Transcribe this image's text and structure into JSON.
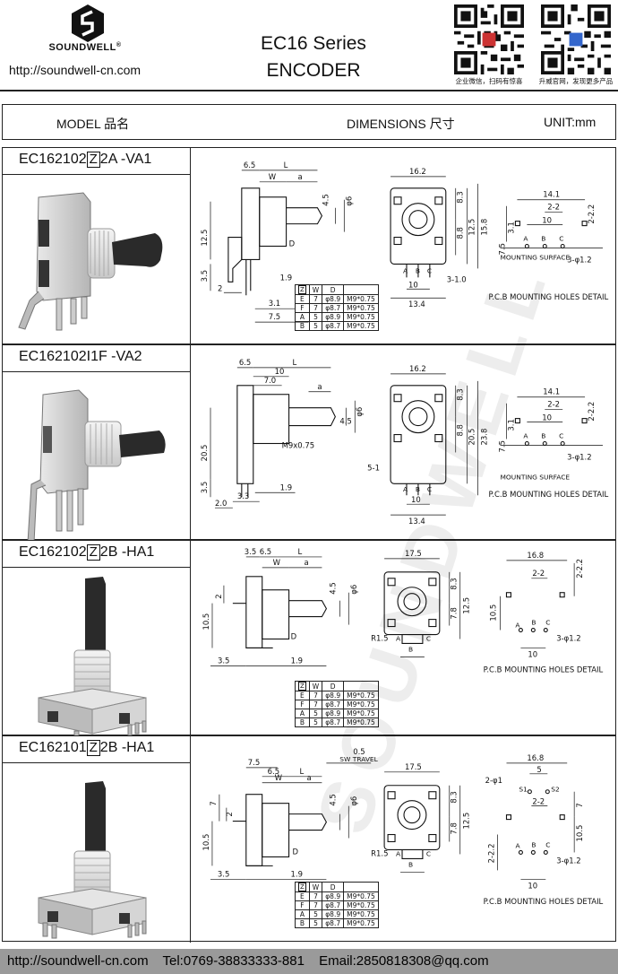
{
  "header": {
    "brand": "SOUNDWELL",
    "brand_mark": "®",
    "website": "http://soundwell-cn.com",
    "title_line1": "EC16  Series",
    "title_line2": "ENCODER",
    "qr_captions": [
      "企业微信，扫码有惊喜",
      "升威官网，发现更多产品"
    ]
  },
  "columns": {
    "model": "MODEL 品名",
    "dimensions": "DIMENSIONS 尺寸",
    "unit": "UNIT:mm"
  },
  "sections": [
    {
      "model_prefix": "EC162102",
      "model_box": "Z",
      "model_suffix": "2A -VA1",
      "dims": {
        "a": "6.5",
        "L": "L",
        "W": "W",
        "aa": "a",
        "d1": "4.5",
        "d2": "φ6",
        "w16": "16.2",
        "h83": "8.3",
        "h88": "8.8",
        "h125": "12.5",
        "h158": "15.8",
        "h35": "3.5",
        "h2": "2",
        "w19": "1.9",
        "w31": "3.1",
        "w75": "7.5",
        "w10": "10",
        "w134": "13.4",
        "w31b": "3-1.0",
        "D": "D",
        "p141": "14.1",
        "p22": "2-2",
        "p22b": "2-2.2",
        "p10": "10",
        "p31": "3.1",
        "p75": "7.5",
        "p3": "3-φ1.2",
        "A": "A",
        "B": "B",
        "C": "C"
      },
      "mount_label": "MOUNTING SURFACE",
      "pcb_label": "P.C.B MOUNTING HOLES DETAIL"
    },
    {
      "model_text": "EC162102I1F -VA2",
      "dims": {
        "a": "6.5",
        "L": "L",
        "w10": "10",
        "w70": "7.0",
        "aa": "a",
        "d1": "4.5",
        "d2": "φ6",
        "m9": "M9x0.75",
        "h205": "20.5",
        "h35": "3.5",
        "w20": "2.0",
        "w33": "3.3",
        "w19": "1.9",
        "w16": "16.2",
        "h83": "8.3",
        "h88": "8.8",
        "h205b": "20.5",
        "h238": "23.8",
        "s51": "5-1",
        "w10b": "10",
        "w134": "13.4",
        "p141": "14.1",
        "p22": "2-2",
        "p22b": "2-2.2",
        "p10": "10",
        "p31": "3.1",
        "p75": "7.5",
        "p3": "3-φ1.2",
        "A": "A",
        "B": "B",
        "C": "C"
      },
      "mount_label": "MOUNTING SURFACE",
      "pcb_label": "P.C.B MOUNTING HOLES DETAIL"
    },
    {
      "model_prefix": "EC162102",
      "model_box": "Z",
      "model_suffix": "2B -HA1",
      "dims": {
        "a": "3.5",
        "b": "6.5",
        "L": "L",
        "W": "W",
        "aa": "a",
        "d1": "4.5",
        "d2": "φ6",
        "h2": "2",
        "h105": "10.5",
        "w35": "3.5",
        "w19": "1.9",
        "D": "D",
        "w175": "17.5",
        "h83": "8.3",
        "h78": "7.8",
        "h125": "12.5",
        "r15": "R1.5",
        "p168": "16.8",
        "p22": "2-2",
        "p22b": "2-2.2",
        "p105": "10.5",
        "p10": "10",
        "p3": "3-φ1.2",
        "A": "A",
        "B": "B",
        "C": "C"
      },
      "pcb_label": "P.C.B MOUNTING HOLES DETAIL"
    },
    {
      "model_prefix": "EC162101",
      "model_box": "Z",
      "model_suffix": "2B -HA1",
      "dims": {
        "w75": "7.5",
        "b": "6.5",
        "L": "L",
        "W": "W",
        "aa": "a",
        "t05": "0.5",
        "sw": "SW TRAVEL",
        "d1": "4.5",
        "d2": "φ6",
        "h7": "7",
        "h2": "2",
        "h105": "10.5",
        "w35": "3.5",
        "w19": "1.9",
        "D": "D",
        "w175": "17.5",
        "h83": "8.3",
        "h78": "7.8",
        "h125": "12.5",
        "r15": "R1.5",
        "p168": "16.8",
        "p5": "5",
        "p2phi": "2-φ1",
        "s1": "S1",
        "s2": "S2",
        "p22": "2-2",
        "p22b": "2-2.2",
        "p7": "7",
        "p105": "10.5",
        "p10": "10",
        "p3": "3-φ1.2",
        "A": "A",
        "B": "B",
        "C": "C"
      },
      "pcb_label": "P.C.B MOUNTING HOLES DETAIL"
    }
  ],
  "spec_table": {
    "header": [
      "Z",
      "W",
      "D",
      ""
    ],
    "rows": [
      [
        "E",
        "7",
        "φ8.9",
        "M9*0.75"
      ],
      [
        "F",
        "7",
        "φ8.7",
        "M9*0.75"
      ],
      [
        "A",
        "5",
        "φ8.9",
        "M9*0.75"
      ],
      [
        "B",
        "5",
        "φ8.7",
        "M9*0.75"
      ]
    ]
  },
  "watermark": "SOUNDWELL",
  "footer": {
    "site": "http://soundwell-cn.com",
    "tel": "Tel:0769-38833333-881",
    "email": "Email:2850818308@qq.com"
  }
}
